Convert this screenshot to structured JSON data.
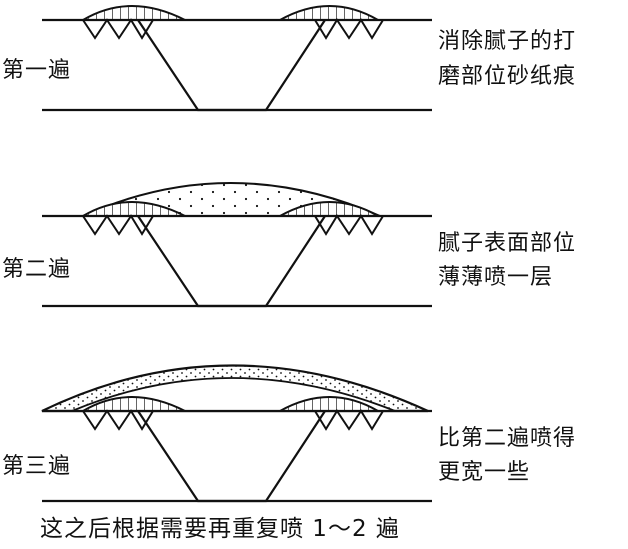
{
  "panels": [
    {
      "pass_label": "第一遍",
      "desc_line1": "消除腻子的打",
      "desc_line2": "磨部位砂纸痕"
    },
    {
      "pass_label": "第二遍",
      "desc_line1": "腻子表面部位",
      "desc_line2": "薄薄喷一层"
    },
    {
      "pass_label": "第三遍",
      "desc_line1": "比第二遍喷得",
      "desc_line2": "更宽一些"
    }
  ],
  "footer_note": "这之后根据需要再重复喷 1～2 遍"
}
